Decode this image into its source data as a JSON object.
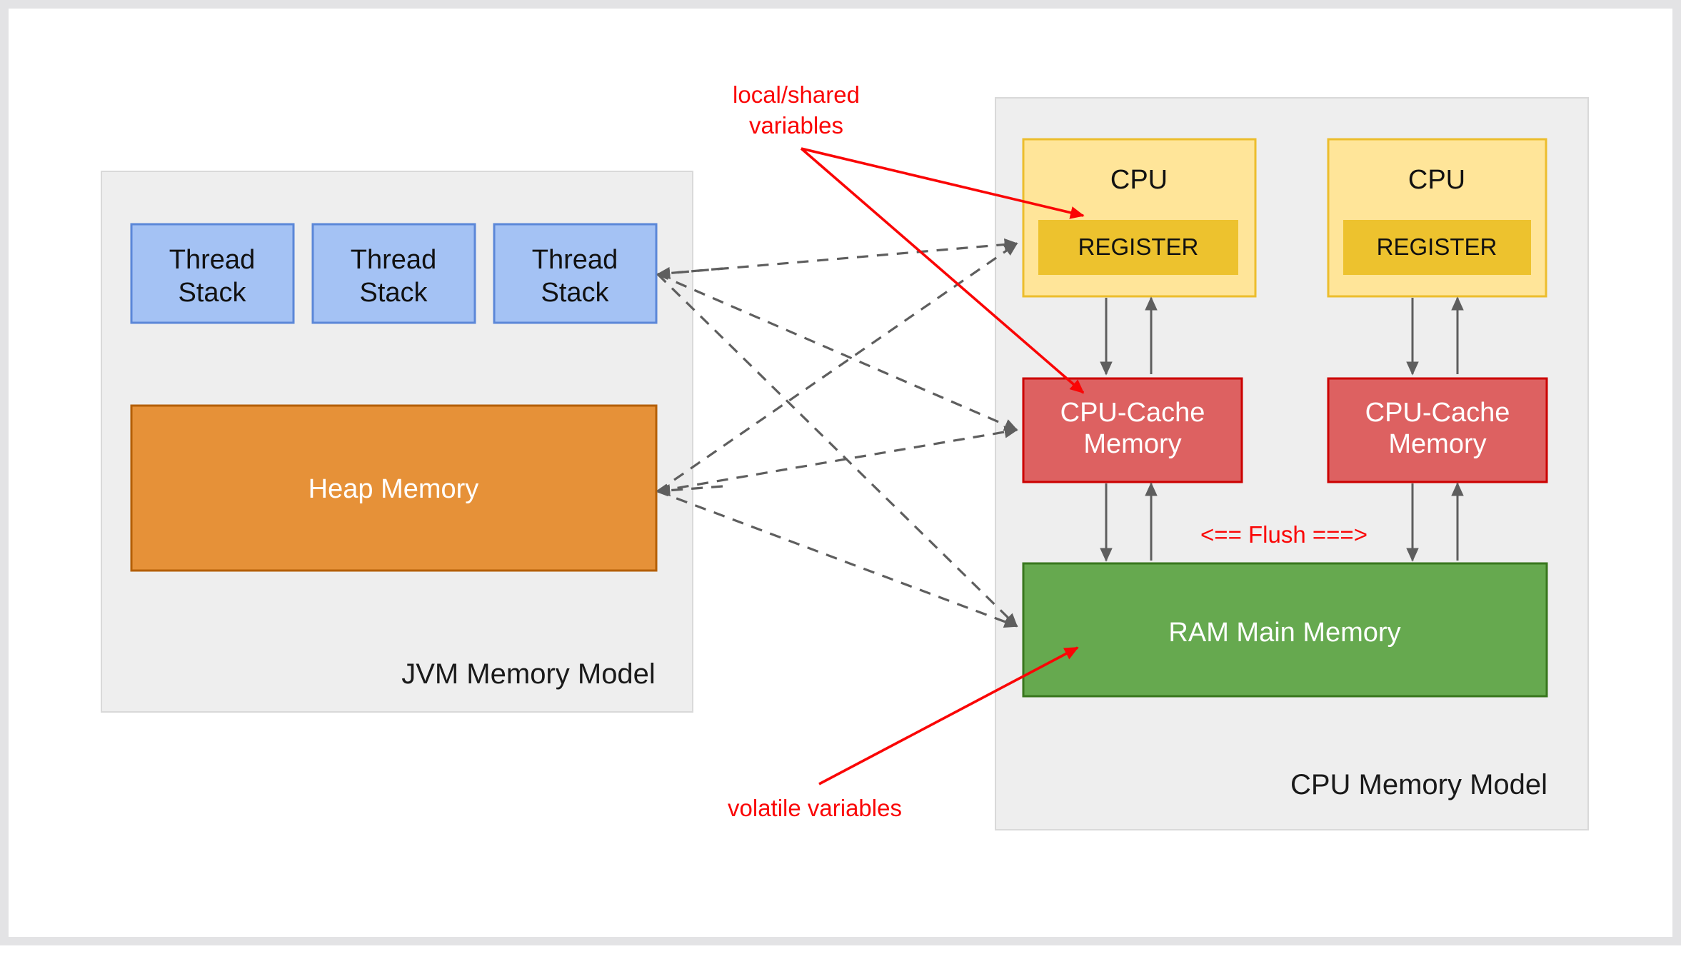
{
  "diagram": {
    "title_semantic": "java-memory-model-vs-cpu-memory-model",
    "colors": {
      "page_background": "#ffffff",
      "page_border": "#e3e3e5",
      "group_fill": "#eeeeee",
      "group_border": "#d6d6d6",
      "thread_stack_fill": "#a4c2f4",
      "thread_stack_border": "#5b87d8",
      "heap_fill": "#e69138",
      "heap_border": "#b45f06",
      "cpu_fill": "#ffe599",
      "cpu_border": "#ecbd2d",
      "register_fill": "#edc22e",
      "cache_fill": "#dd6161",
      "cache_border": "#cc0000",
      "ram_fill": "#66a94f",
      "ram_border": "#38761d",
      "arrow_grey": "#5e5e5e",
      "annotation_red": "#fa0505",
      "text_dark": "#111111",
      "text_light": "#ffffff"
    },
    "groups": [
      {
        "id": "jvm",
        "label": "JVM Memory Model"
      },
      {
        "id": "cpu",
        "label": "CPU Memory Model"
      }
    ],
    "jvm": {
      "label": "JVM Memory Model",
      "thread_stacks": [
        {
          "line1": "Thread",
          "line2": "Stack"
        },
        {
          "line1": "Thread",
          "line2": "Stack"
        },
        {
          "line1": "Thread",
          "line2": "Stack"
        }
      ],
      "heap": {
        "label": "Heap Memory"
      }
    },
    "cpu": {
      "label": "CPU Memory Model",
      "cores": [
        {
          "cpu_label": "CPU",
          "register_label": "REGISTER",
          "cache_line1": "CPU-Cache",
          "cache_line2": "Memory"
        },
        {
          "cpu_label": "CPU",
          "register_label": "REGISTER",
          "cache_line1": "CPU-Cache",
          "cache_line2": "Memory"
        }
      ],
      "ram": {
        "label": "RAM Main Memory"
      },
      "flush_label": "<== Flush ===>"
    },
    "annotations": [
      {
        "id": "local-shared",
        "line1": "local/shared",
        "line2": "variables"
      },
      {
        "id": "volatile",
        "line1": "volatile variables",
        "line2": ""
      }
    ]
  }
}
